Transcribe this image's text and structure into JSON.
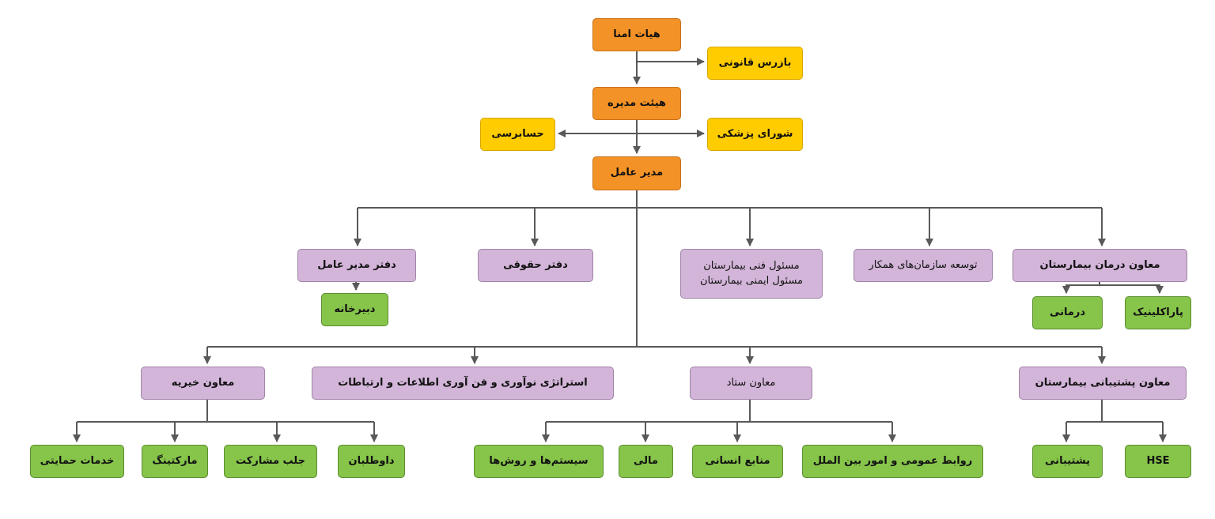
{
  "colors": {
    "board": "#f39226",
    "oversight": "#ffcc00",
    "department": "#d3b5d9",
    "unit": "#86c44a",
    "connector": "#595959"
  },
  "nodes": {
    "board_of_trustees": "هیات امنا",
    "legal_inspector": "بازرس قانونی",
    "board_of_directors": "هیئت مدیره",
    "audit": "حسابرسی",
    "medical_council": "شورای پزشکی",
    "ceo": "مدیر عامل",
    "ceo_office": "دفتر مدیر عامل",
    "secretariat": "دبیرخانه",
    "legal_office": "دفتر حقوقی",
    "technical_safety_officer": "مسئول فنی بیمارستان\nمسئول ایمنی بیمارستان",
    "partner_development": "توسعه سازمان‌های همکار",
    "treatment_deputy": "معاون درمان بیمارستان",
    "paraclinic": "پاراکلینیک",
    "treatment": "درمانی",
    "charity_deputy": "معاون خیریه",
    "innovation_it": "استراتژی نوآوری و فن آوری اطلاعات و ارتباطات",
    "staff_deputy": "معاون ستاد",
    "support_deputy": "معاون پشتیبانی بیمارستان",
    "support_services": "خدمات حمایتی",
    "marketing": "مارکتینگ",
    "participation": "جلب مشارکت",
    "volunteers": "داوطلبان",
    "systems_methods": "سیستم‌ها و روش‌ها",
    "finance": "مالی",
    "human_resources": "منابع انسانی",
    "public_relations": "روابط عمومی و امور بین الملل",
    "support": "پشتیبانی",
    "hse": "HSE"
  }
}
